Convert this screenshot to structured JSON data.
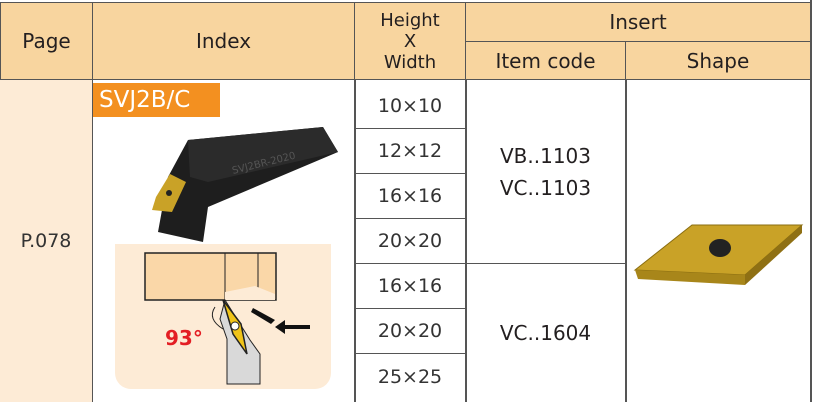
{
  "header": {
    "page": "Page",
    "index": "Index",
    "height_x_width": [
      "Height",
      "X",
      "Width"
    ],
    "insert": "Insert",
    "item_code": "Item code",
    "shape": "Shape"
  },
  "row": {
    "page": "P.078",
    "index_label": "SVJ2B/C",
    "tool_marking": "SVJ2BR-2020",
    "angle": "93°",
    "sizes": [
      "10×10",
      "12×12",
      "16×16",
      "20×20",
      "16×16",
      "20×20",
      "25×25"
    ],
    "item_codes": [
      {
        "codes": [
          "VB..1103",
          "VC..1103"
        ]
      },
      {
        "codes": [
          "VC..1604"
        ]
      }
    ]
  },
  "colors": {
    "header_bg": "#f8d59f",
    "page_bg": "#fdebd6",
    "orange": "#f39020",
    "insert_gold": "#c9a227",
    "angle_red": "#e31e24"
  }
}
